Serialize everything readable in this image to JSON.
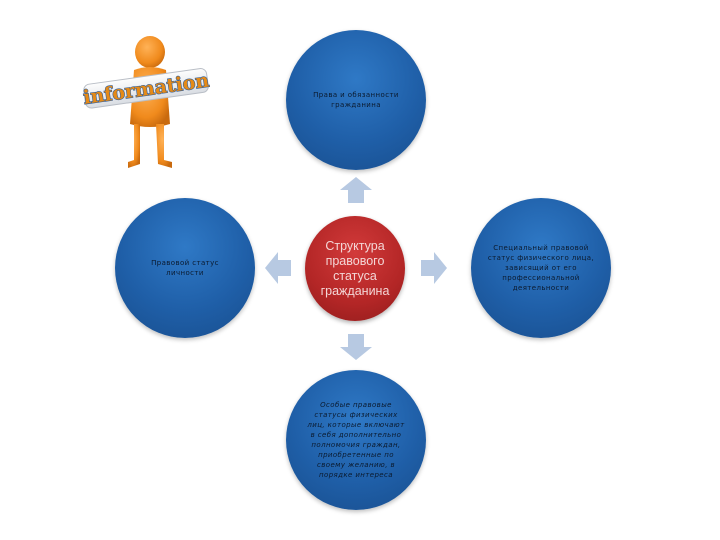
{
  "nodes": {
    "center": "Структура правового статуса гражданина",
    "top": "Права и обязанности гражданина",
    "left": "Правовой статус личности",
    "right": "Специальный правовой статус физического лица, зависящий от его профессиональной деятельности",
    "bottom": "Особые правовые статусы физических лиц, которые включают в себя дополнительно полномочия граждан, приобретенные по своему желанию, в порядке интереса"
  },
  "illustration": {
    "banner_text": "information",
    "icon": "person-holding-information-sign"
  },
  "colors": {
    "outer_circle": "#1f5fa8",
    "center_circle": "#b32626",
    "arrow": "#b7c9e2",
    "figure": "#f08a1c"
  }
}
